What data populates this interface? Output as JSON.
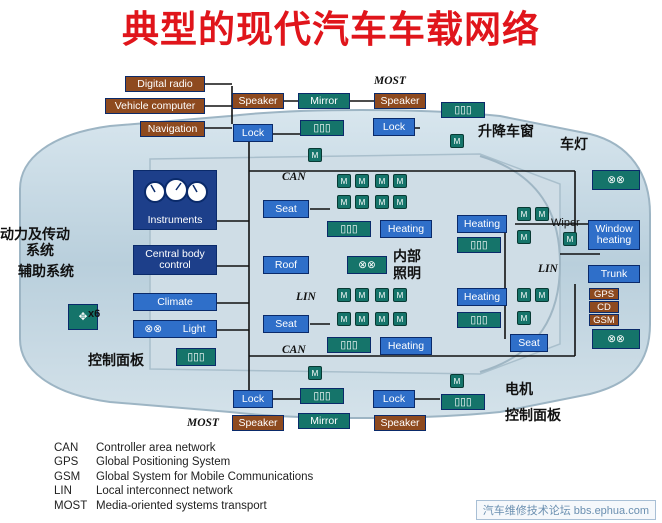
{
  "title": "典型的现代汽车车载网络",
  "boxes": {
    "digital_radio": "Digital radio",
    "vehicle_computer": "Vehicle computer",
    "navigation": "Navigation",
    "speaker": "Speaker",
    "mirror": "Mirror",
    "lock": "Lock",
    "seat": "Seat",
    "roof": "Roof",
    "heating": "Heating",
    "instruments": "Instruments",
    "central_body_control": "Central body control",
    "climate": "Climate",
    "light": "Light",
    "window_heating": "Window heating",
    "trunk": "Trunk",
    "gps": "GPS",
    "cd": "CD",
    "gsm": "GSM",
    "wiper": "Wiper",
    "motor_symbol": "M",
    "x6": "x6"
  },
  "networks": {
    "most": "MOST",
    "can": "CAN",
    "lin": "LIN"
  },
  "labels_cn": {
    "window_lift": "升降车窗",
    "car_lights": "车灯",
    "powertrain_line1": "动力及传动",
    "powertrain_line2": "系统",
    "auxiliary": "辅助系统",
    "interior_line1": "内部",
    "interior_line2": "照明",
    "control_panel": "控制面板",
    "motor": "电机"
  },
  "legend": [
    {
      "abbr": "CAN",
      "desc": "Controller area network"
    },
    {
      "abbr": "GPS",
      "desc": "Global Positioning System"
    },
    {
      "abbr": "GSM",
      "desc": "Global System for Mobile Communications"
    },
    {
      "abbr": "LIN",
      "desc": "Local interconnect network"
    },
    {
      "abbr": "MOST",
      "desc": "Media-oriented systems transport"
    }
  ],
  "footer": "汽车维修技术论坛 bbs.ephua.com",
  "colors": {
    "title": "#e0151b",
    "blue_box": "#2f6fc9",
    "teal_box": "#15746a",
    "brown_box": "#8e4a1f",
    "bus_line": "#111111"
  }
}
